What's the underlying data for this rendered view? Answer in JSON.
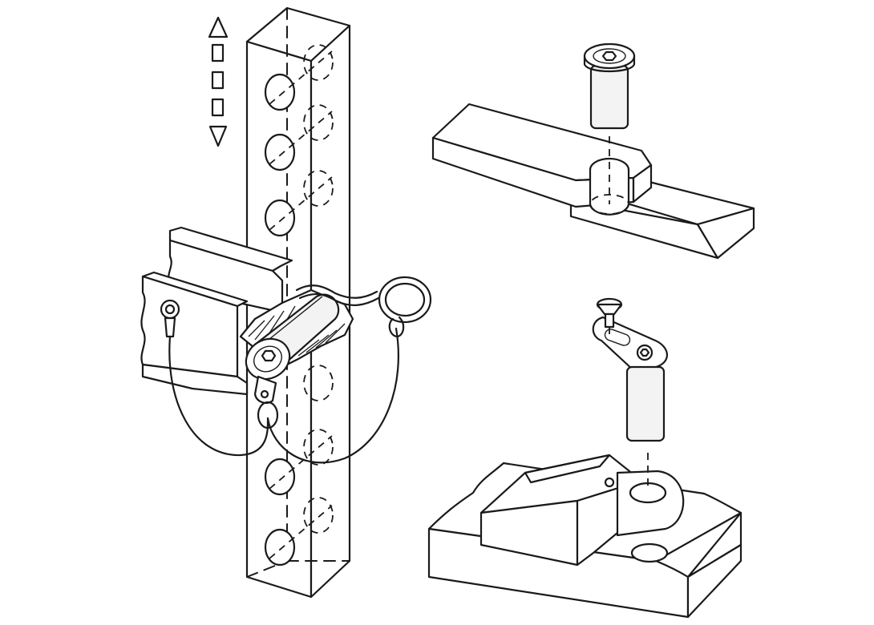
{
  "figure": {
    "panels": [
      "adjustable-post-assembly",
      "swivel-bar-assembly",
      "clamp-base-assembly"
    ],
    "icons": [
      "up-arrow-icon",
      "down-arrow-icon",
      "hex-socket-icon",
      "countersunk-screw-icon"
    ],
    "line_color": "#1a1a1a",
    "background": "#ffffff"
  }
}
